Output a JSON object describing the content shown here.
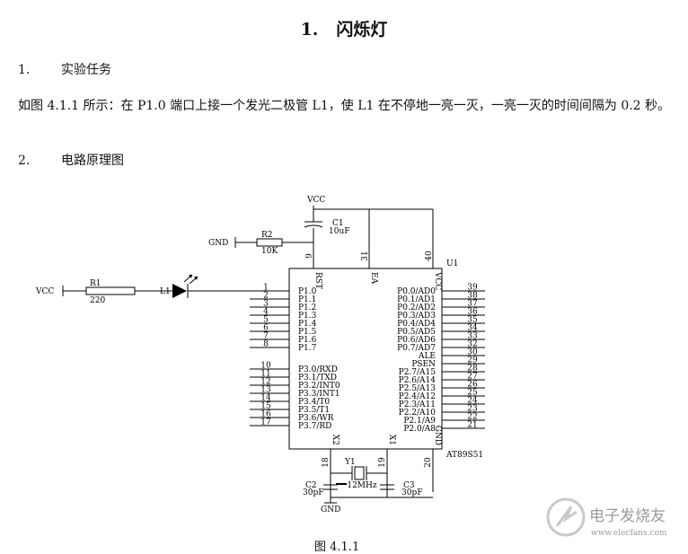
{
  "doc": {
    "title_num": "1.",
    "title_text": "闪烁灯",
    "section1_num": "1.",
    "section1_title": "实验任务",
    "body": "如图 4.1.1 所示：在 P1.0 端口上接一个发光二极管 L1，使 L1 在不停地一亮一灭，一亮一灭的时间间隔为 0.2 秒。",
    "section2_num": "2.",
    "section2_title": "电路原理图",
    "figure_caption": "图 4.1.1"
  },
  "schematic": {
    "chip_ref": "U1",
    "chip_name": "AT89S51",
    "vcc": "VCC",
    "gnd": "GND",
    "c1_ref": "C1",
    "c1_val": "10uF",
    "r2_ref": "R2",
    "r2_val": "10K",
    "r1_ref": "R1",
    "r1_val": "220",
    "led_ref": "L1",
    "y1_ref": "Y1",
    "y1_val": "12MHz",
    "c2_ref": "C2",
    "c2_val": "30pF",
    "c3_ref": "C3",
    "c3_val": "30pF",
    "top_pins": [
      {
        "num": "9",
        "label": "RST"
      },
      {
        "num": "31",
        "label": "EA"
      },
      {
        "num": "40",
        "label": "VCC"
      }
    ],
    "bottom_pins": [
      {
        "num": "18",
        "label": "X2"
      },
      {
        "num": "19",
        "label": "X1"
      },
      {
        "num": "20",
        "label": "GND"
      }
    ],
    "left_pins": [
      {
        "num": "1",
        "label": "P1.0"
      },
      {
        "num": "2",
        "label": "P1.1"
      },
      {
        "num": "3",
        "label": "P1.2"
      },
      {
        "num": "4",
        "label": "P1.3"
      },
      {
        "num": "5",
        "label": "P1.4"
      },
      {
        "num": "6",
        "label": "P1.5"
      },
      {
        "num": "7",
        "label": "P1.6"
      },
      {
        "num": "8",
        "label": "P1.7"
      },
      {
        "num": "10",
        "label": "P3.0/RXD"
      },
      {
        "num": "11",
        "label": "P3.1/TXD"
      },
      {
        "num": "12",
        "label": "P3.2/INT0"
      },
      {
        "num": "13",
        "label": "P3.3/INT1"
      },
      {
        "num": "14",
        "label": "P3.4/T0"
      },
      {
        "num": "15",
        "label": "P3.5/T1"
      },
      {
        "num": "16",
        "label": "P3.6/WR"
      },
      {
        "num": "17",
        "label": "P3.7/RD"
      }
    ],
    "right_pins": [
      {
        "num": "39",
        "label": "P0.0/AD0"
      },
      {
        "num": "38",
        "label": "P0.1/AD1"
      },
      {
        "num": "37",
        "label": "P0.2/AD2"
      },
      {
        "num": "36",
        "label": "P0.3/AD3"
      },
      {
        "num": "35",
        "label": "P0.4/AD4"
      },
      {
        "num": "34",
        "label": "P0.5/AD5"
      },
      {
        "num": "33",
        "label": "P0.6/AD6"
      },
      {
        "num": "32",
        "label": "P0.7/AD7"
      },
      {
        "num": "30",
        "label": "ALE"
      },
      {
        "num": "29",
        "label": "PSEN"
      },
      {
        "num": "28",
        "label": "P2.7/A15"
      },
      {
        "num": "27",
        "label": "P2.6/A14"
      },
      {
        "num": "26",
        "label": "P2.5/A13"
      },
      {
        "num": "25",
        "label": "P2.4/A12"
      },
      {
        "num": "24",
        "label": "P2.3/A11"
      },
      {
        "num": "23",
        "label": "P2.2/A10"
      },
      {
        "num": "22",
        "label": "P2.1/A9"
      },
      {
        "num": "21",
        "label": "P2.0/A8"
      }
    ]
  },
  "watermark": {
    "text": "电子发烧友",
    "url": "www.elecfans.com",
    "logo_icon": "elecfans-logo-icon"
  }
}
